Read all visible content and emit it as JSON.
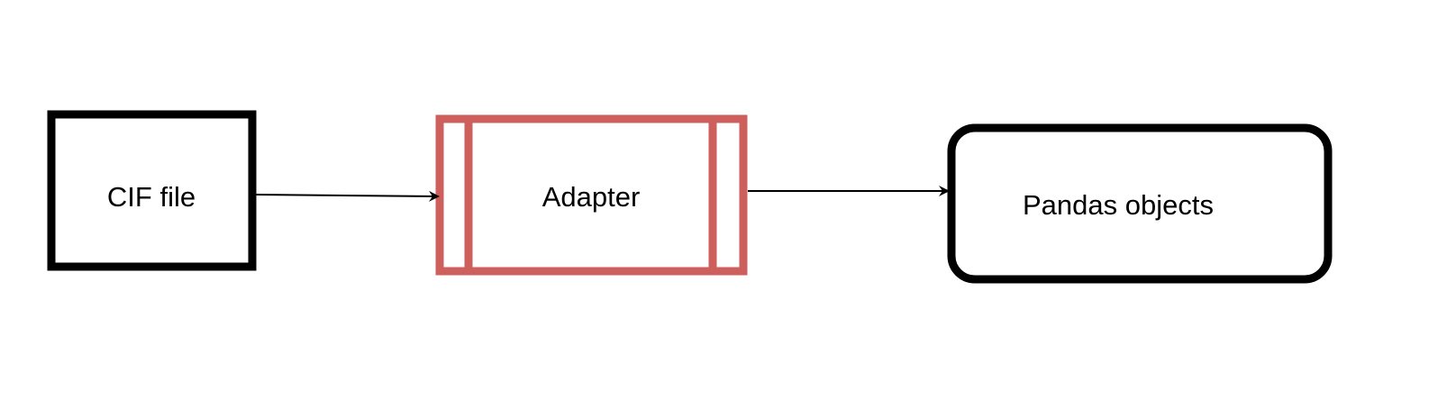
{
  "colors": {
    "background": "#ffffff",
    "stroke": "#000000",
    "adapter_stroke": "#cd5f5c"
  },
  "nodes": [
    {
      "id": "cif-file",
      "label": "CIF file",
      "shape": "rectangle"
    },
    {
      "id": "adapter",
      "label": "Adapter",
      "shape": "process"
    },
    {
      "id": "pandas-objects",
      "label": "Pandas objects",
      "shape": "rounded-rectangle"
    }
  ],
  "edges": [
    {
      "from": "cif-file",
      "to": "adapter"
    },
    {
      "from": "adapter",
      "to": "pandas-objects"
    }
  ]
}
